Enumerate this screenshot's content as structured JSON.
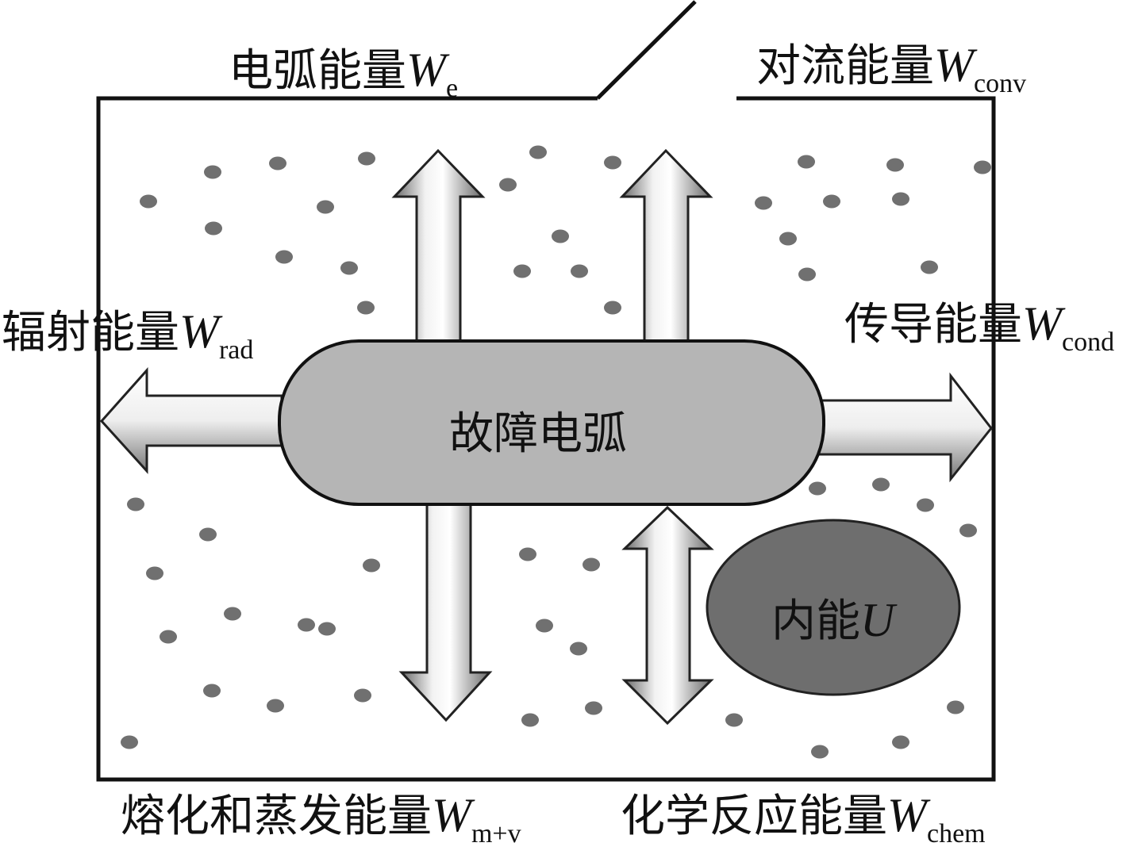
{
  "labels": {
    "arc_energy": {
      "text": "电弧能量",
      "symbol": "W",
      "sub": "e"
    },
    "convection_energy": {
      "text": "对流能量",
      "symbol": "W",
      "sub": "conv"
    },
    "radiation_energy": {
      "text": "辐射能量",
      "symbol": "W",
      "sub": "rad"
    },
    "conduction_energy": {
      "text": "传导能量",
      "symbol": "W",
      "sub": "cond"
    },
    "melt_vapor_energy": {
      "text": "熔化和蒸发能量",
      "symbol": "W",
      "sub": "m+v"
    },
    "chemical_energy": {
      "text": "化学反应能量",
      "symbol": "W",
      "sub": "chem"
    }
  },
  "nodes": {
    "fault_arc": "故障电弧",
    "internal_energy": {
      "text": "内能",
      "symbol": "U"
    }
  },
  "colors": {
    "box_stroke": "#111111",
    "arc_fill": "#b5b5b5",
    "internal_fill": "#6e6e6e",
    "particle": "#707070"
  }
}
